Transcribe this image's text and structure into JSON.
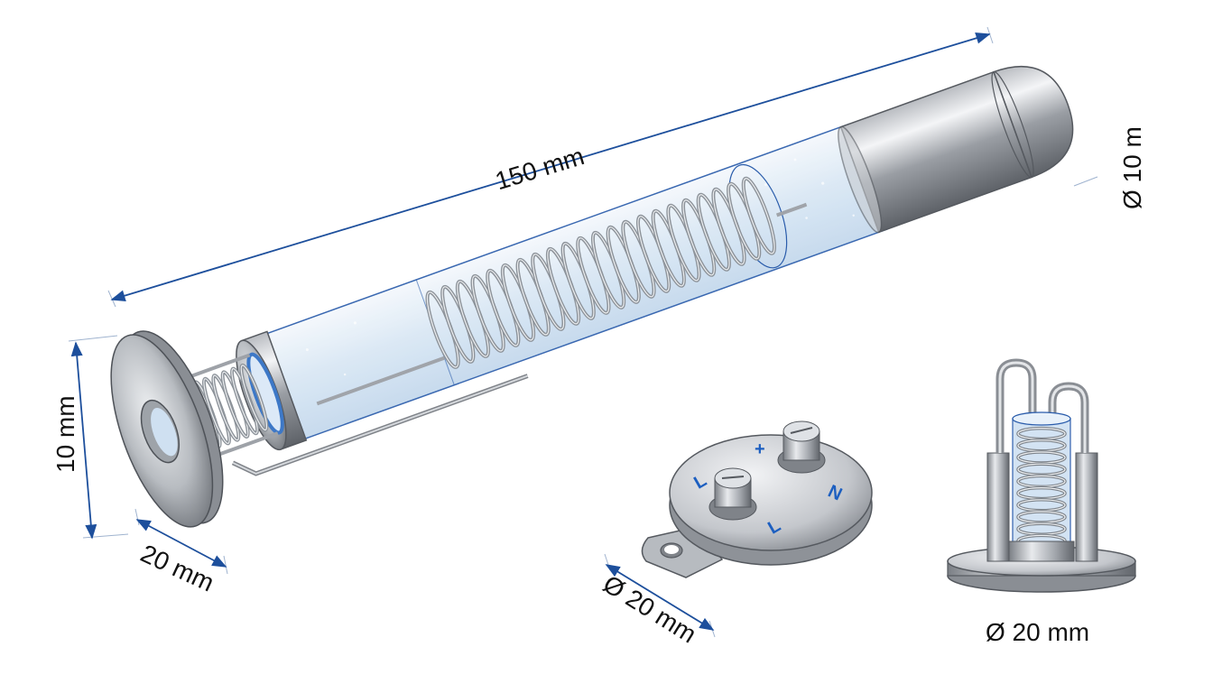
{
  "dimensions": {
    "length": "150 mm",
    "end_diameter": "Ø 10 m",
    "flange_height": "10 mm",
    "flange_width": "20 mm",
    "base_diameter": "Ø 20 mm",
    "coil_base_diameter": "Ø 20 mm"
  },
  "terminal_marks": {
    "plus": "+",
    "left_top": "L",
    "right": "N",
    "left_bottom": "L"
  },
  "colors": {
    "dimension": "#1d4f9c",
    "metal_dark": "#6e7278",
    "metal_light": "#e9ebee",
    "glass": "#dbe9f6",
    "glass_edge": "#2a5cab"
  }
}
